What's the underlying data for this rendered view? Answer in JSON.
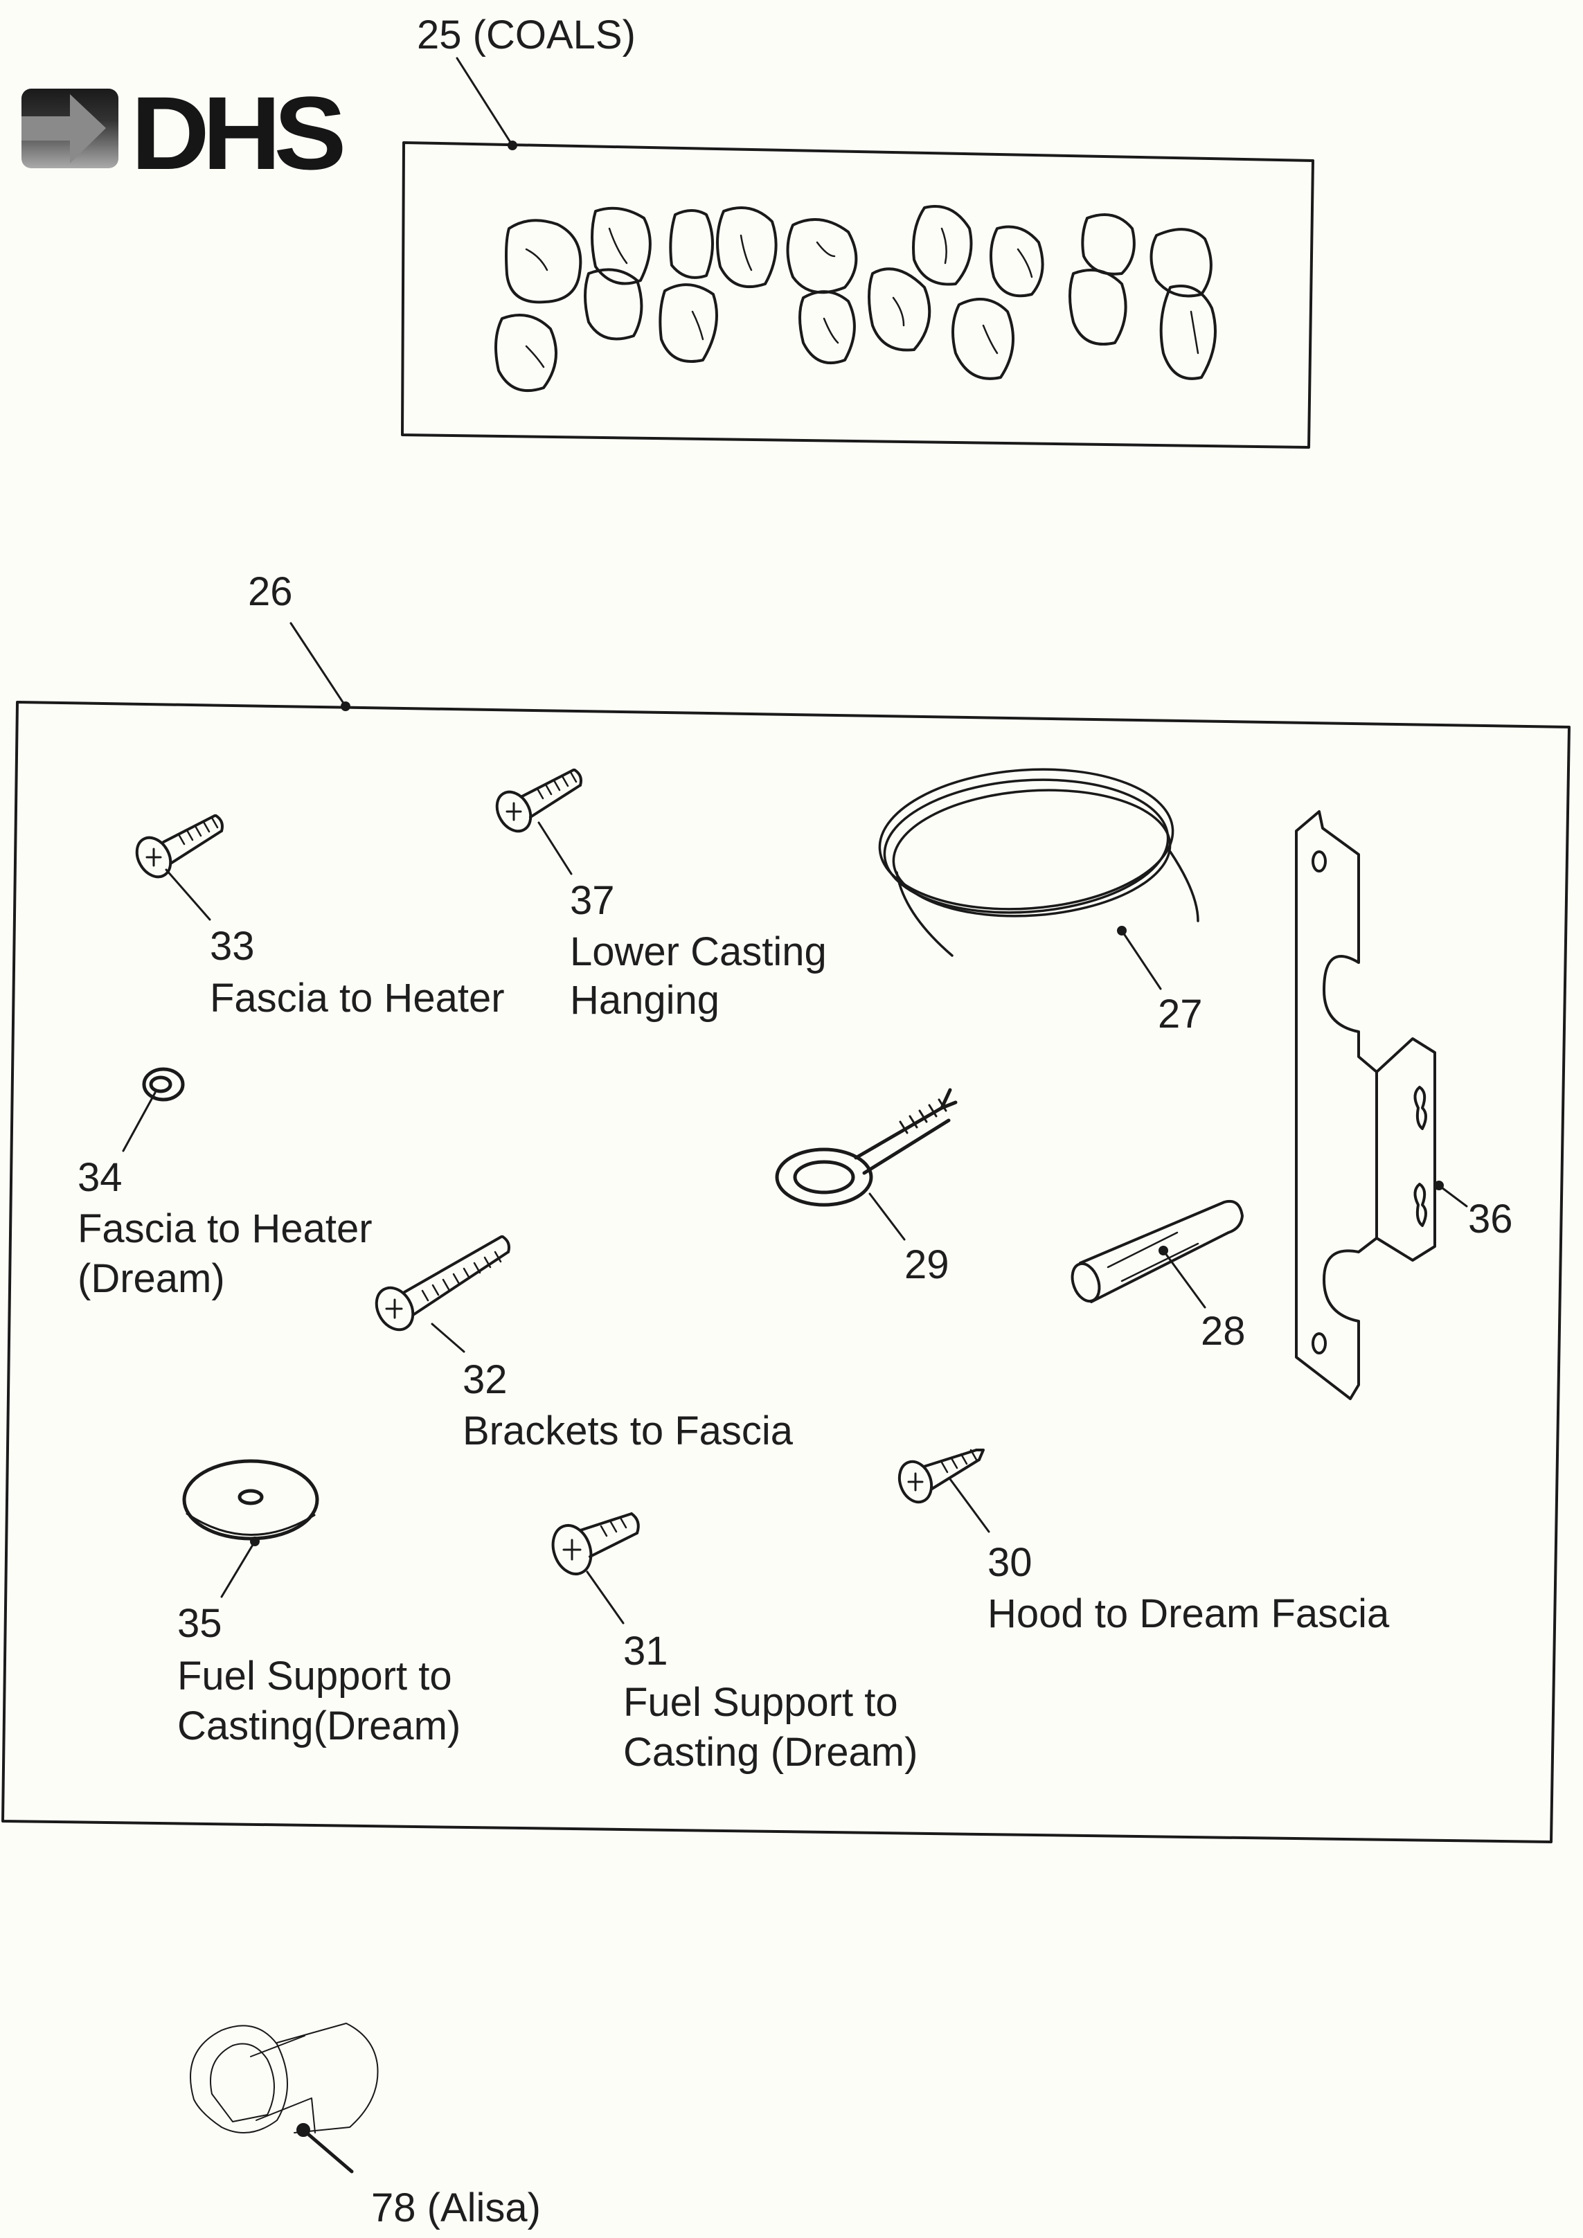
{
  "brand": {
    "logo_text": "DHS"
  },
  "coals": {
    "callout": "25 (COALS)"
  },
  "kit": {
    "callout": "26"
  },
  "parts": [
    {
      "num": "33",
      "desc": [
        "Fascia to Heater"
      ],
      "icon": "screw-icon"
    },
    {
      "num": "37",
      "desc": [
        "Lower Casting",
        "Hanging"
      ],
      "icon": "screw-icon"
    },
    {
      "num": "27",
      "desc": [],
      "icon": "wire-coil-icon"
    },
    {
      "num": "36",
      "desc": [],
      "icon": "bracket-icon"
    },
    {
      "num": "34",
      "desc": [
        "Fascia to Heater",
        "(Dream)"
      ],
      "icon": "clip-icon"
    },
    {
      "num": "29",
      "desc": [],
      "icon": "eye-screw-icon"
    },
    {
      "num": "28",
      "desc": [],
      "icon": "wall-plug-icon"
    },
    {
      "num": "32",
      "desc": [
        "Brackets to Fascia"
      ],
      "icon": "screw-icon"
    },
    {
      "num": "35",
      "desc": [
        "Fuel Support to",
        "Casting(Dream)"
      ],
      "icon": "washer-icon"
    },
    {
      "num": "31",
      "desc": [
        "Fuel Support to",
        "Casting (Dream)"
      ],
      "icon": "screw-icon"
    },
    {
      "num": "30",
      "desc": [
        "Hood to Dream Fascia"
      ],
      "icon": "screw-icon"
    }
  ],
  "extra": {
    "callout": "78 (Alisa)",
    "icon": "bushing-icon"
  }
}
